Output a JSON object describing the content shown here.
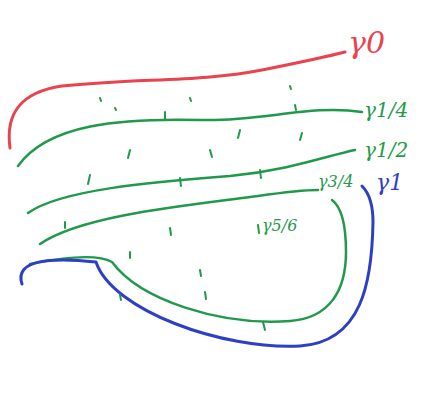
{
  "diagram": {
    "labels": [
      "γ0",
      "γ1/4",
      "γ1/2",
      "γ3/4",
      "γ1",
      "γ5/6"
    ]
  }
}
